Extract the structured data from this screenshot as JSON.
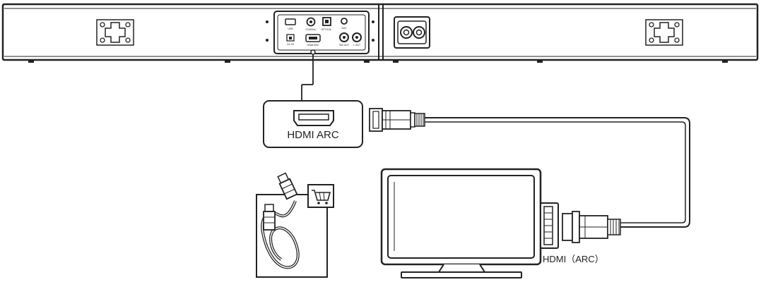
{
  "soundbar": {
    "ports": {
      "usb": "USB",
      "dc": "DC IN",
      "coaxial": "COAXIAL",
      "optical": "OPTICAL",
      "aux": "AUX",
      "sw_out": "SW OUT",
      "l_out": "L OUT",
      "hdmi_arc": "HDMI ARC"
    }
  },
  "callout": {
    "label": "HDMI  ARC"
  },
  "tv": {
    "port_label": "HDMI（ARC）"
  },
  "colors": {
    "line": "#222222",
    "fill": "#ffffff",
    "gray": "#d9d9d9"
  },
  "icons": [
    "hdmi-port-icon",
    "hdmi-plug-icon",
    "hdmi-cable-icon",
    "shopping-cart-icon",
    "tv-icon",
    "soundbar-icon"
  ]
}
